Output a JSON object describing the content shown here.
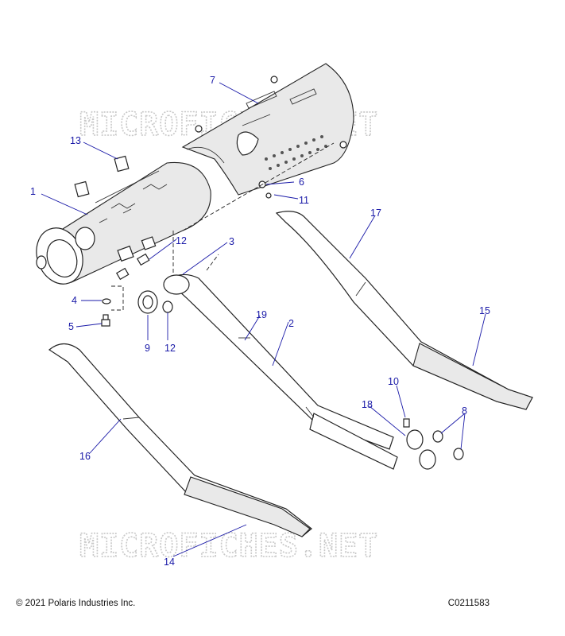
{
  "diagram": {
    "callouts": [
      "1",
      "2",
      "3",
      "4",
      "5",
      "6",
      "7",
      "8",
      "9",
      "10",
      "11",
      "12",
      "12",
      "13",
      "14",
      "15",
      "16",
      "17",
      "18",
      "19"
    ]
  },
  "watermark": {
    "text": "MICROFICHES.NET"
  },
  "footer": {
    "copyright": "© 2021 Polaris Industries Inc.",
    "diagram_code": "C0211583"
  },
  "colors": {
    "callout": "#1a1aa8",
    "line_art": "#222222",
    "watermark": "#c8c8c8"
  }
}
